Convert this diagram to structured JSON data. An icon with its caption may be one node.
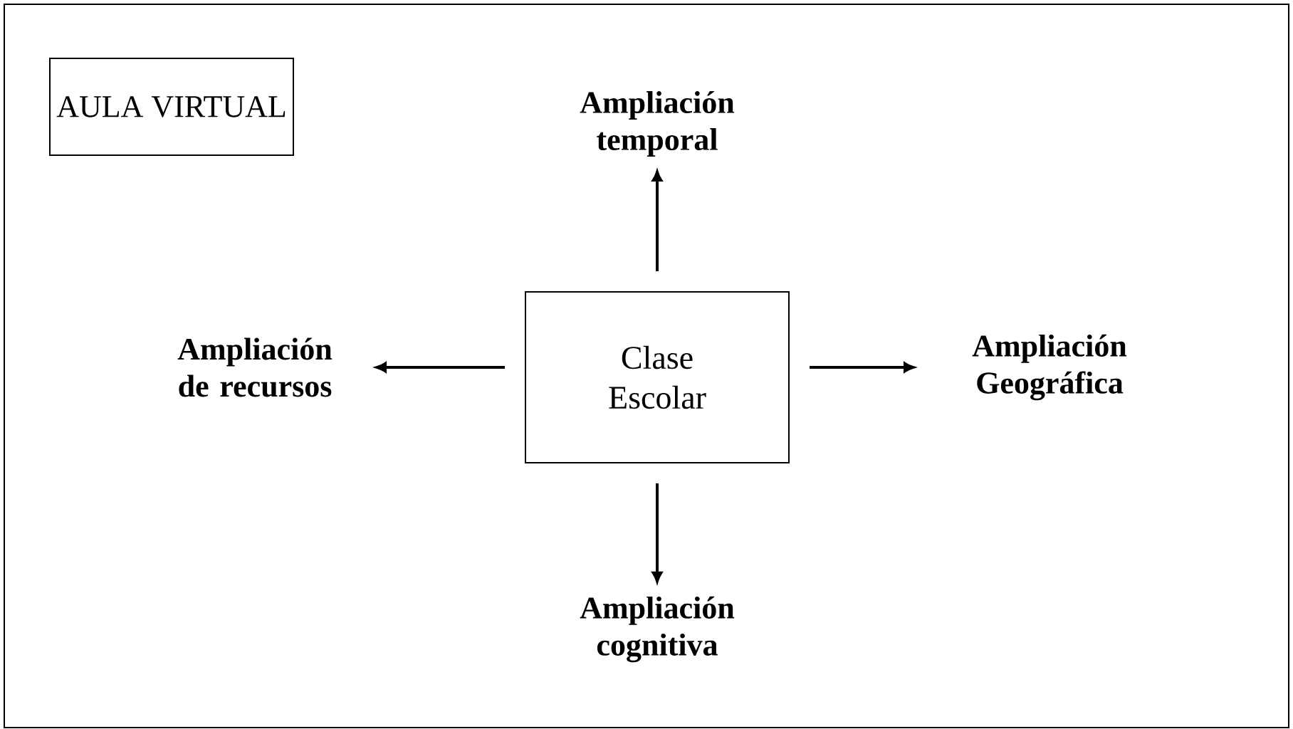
{
  "diagram": {
    "nodes": [
      {
        "text": [],
        "shape": "box"
      },
      {
        "text": [
          "AULA VIRTUAL"
        ],
        "in": 0
      },
      {
        "text": [
          "Ampliación temporal"
        ],
        "in": 0
      },
      {
        "text": [
          "Ampliación de recursos"
        ],
        "in": 0
      },
      {
        "text": [
          "Clase Escolar"
        ],
        "in": 0
      },
      {
        "text": [
          "Ampliación Geográfica"
        ],
        "in": 0
      },
      {
        "text": [
          "Ampliación cognitiva"
        ],
        "in": 0
      }
    ],
    "edges": [
      {
        "from": 4,
        "to": 2,
        "arrow": "to"
      },
      {
        "from": 4,
        "to": 3,
        "arrow": "to"
      },
      {
        "from": 4,
        "to": 5,
        "arrow": "to"
      },
      {
        "from": 4,
        "to": 6,
        "arrow": "to"
      }
    ]
  }
}
